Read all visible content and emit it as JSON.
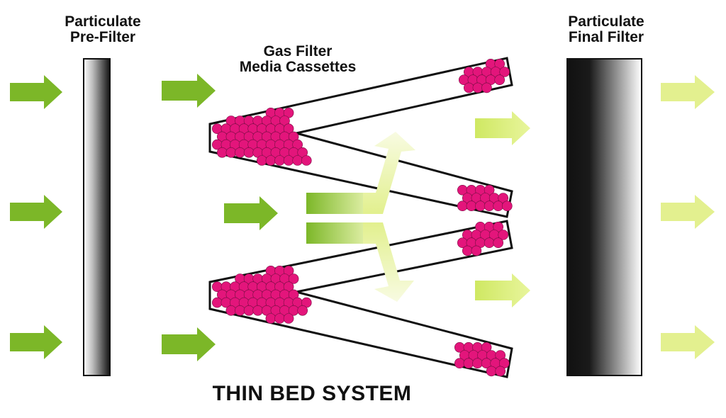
{
  "labels": {
    "pre_filter_line1": "Particulate",
    "pre_filter_line2": "Pre-Filter",
    "gas_filter_line1": "Gas Filter",
    "gas_filter_line2": "Media Cassettes",
    "final_filter_line1": "Particulate",
    "final_filter_line2": "Final Filter",
    "system_title": "THIN BED SYSTEM"
  },
  "colors": {
    "arrow_inlet": "#7cb728",
    "arrow_outlet": "#d5ec6c",
    "media_bead": "#e3157b",
    "filter_dark": "#111111",
    "text": "#111111"
  }
}
